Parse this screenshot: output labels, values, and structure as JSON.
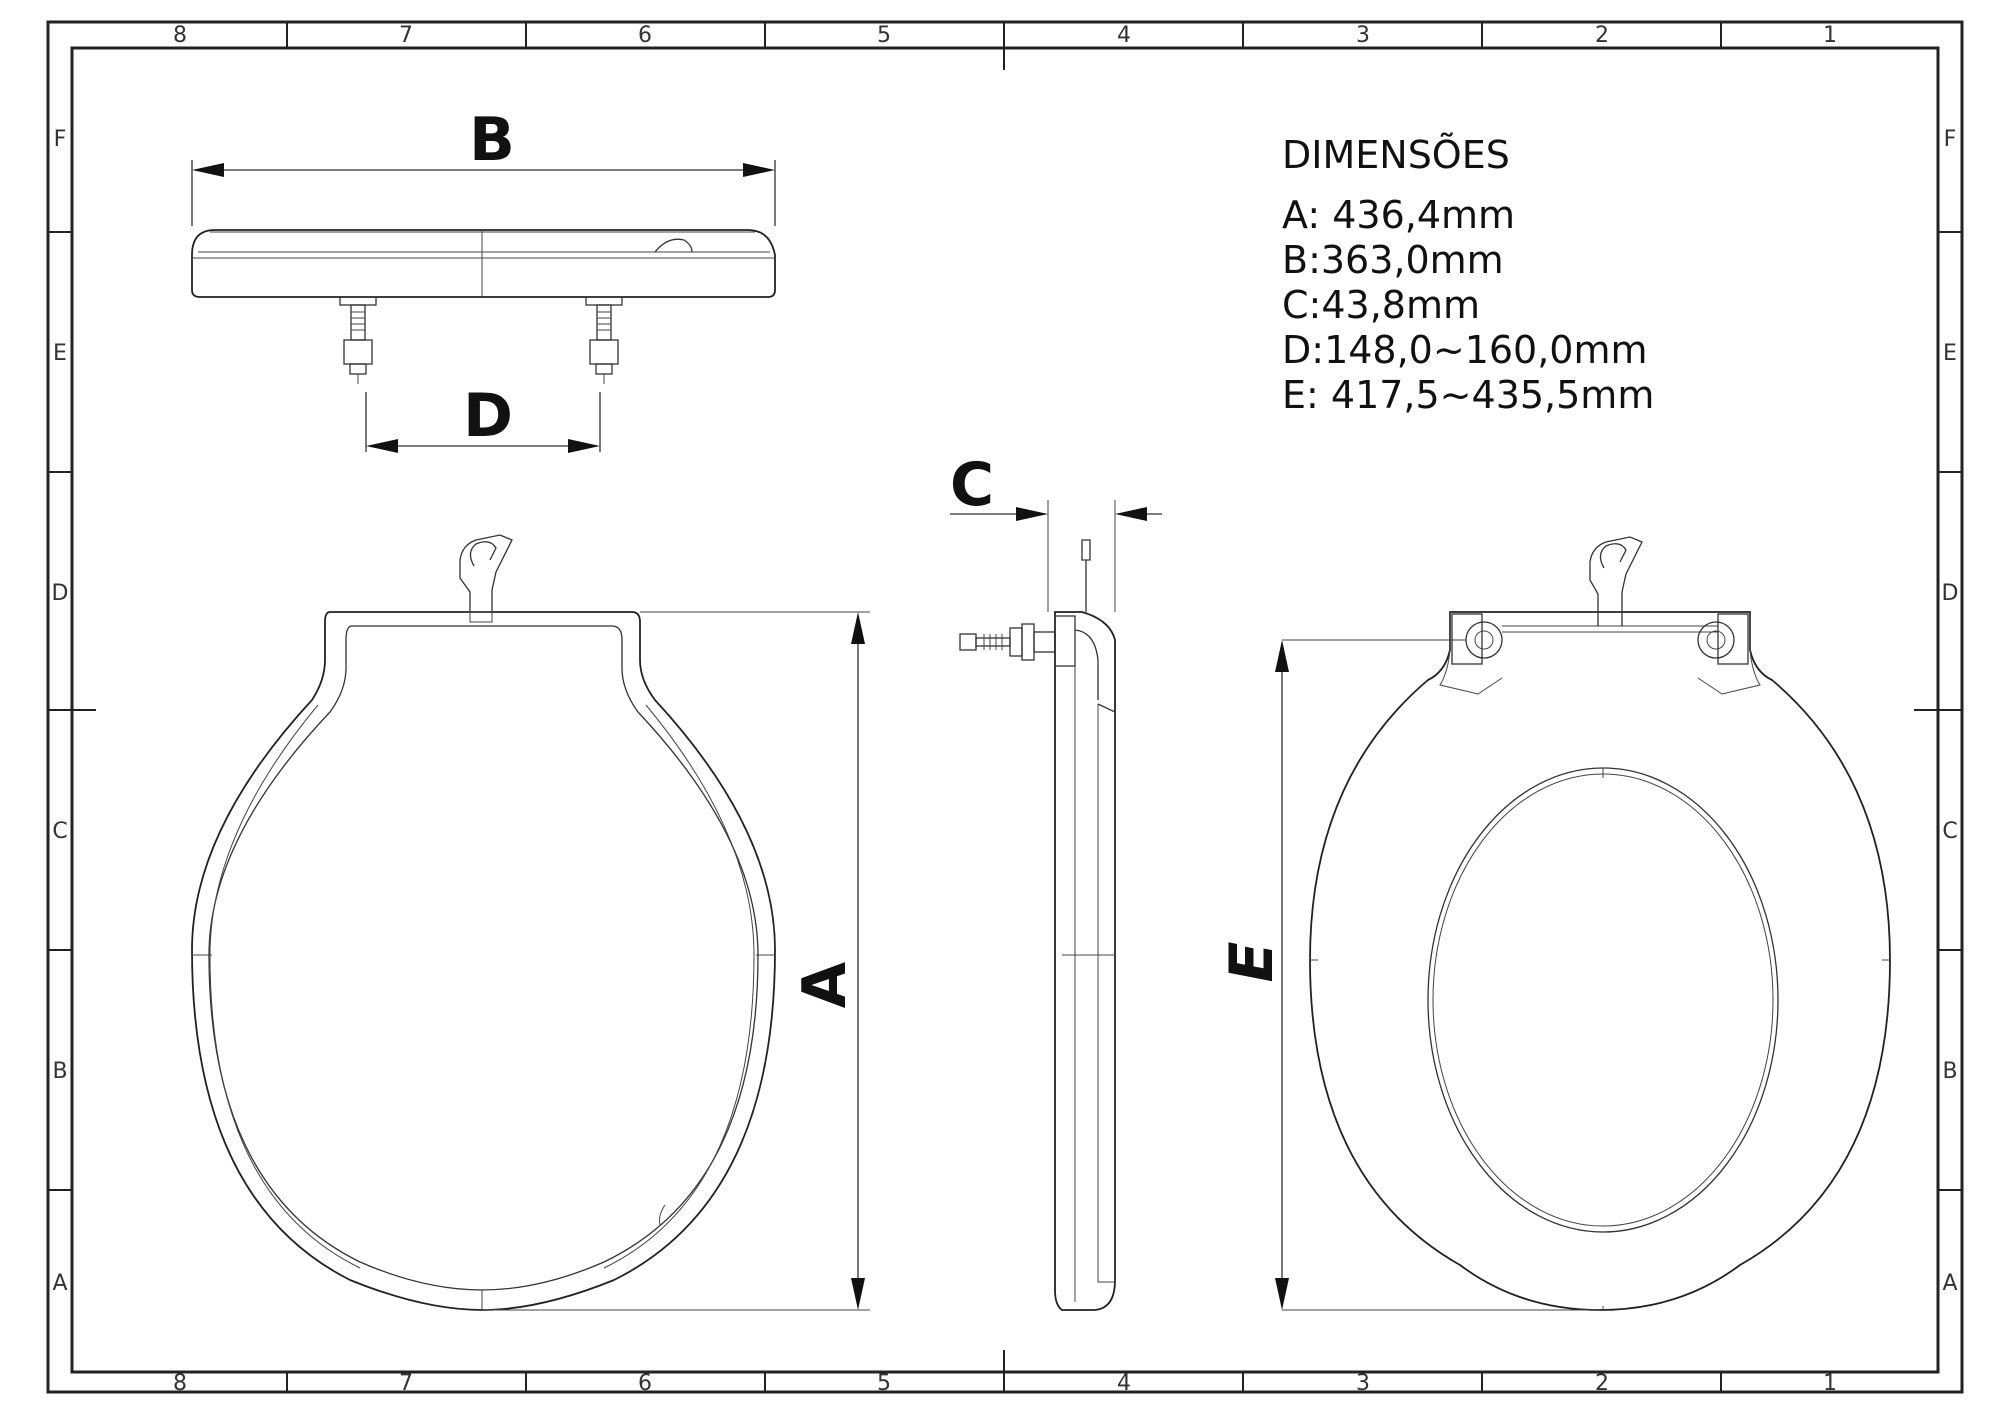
{
  "zones": {
    "columns": [
      "8",
      "7",
      "6",
      "5",
      "4",
      "3",
      "2",
      "1"
    ],
    "rows": [
      "F",
      "E",
      "D",
      "C",
      "B",
      "A"
    ]
  },
  "dimension_labels": {
    "a": "A",
    "b": "B",
    "c": "C",
    "d": "D",
    "e": "E"
  },
  "specs": {
    "title": "DIMENSÕES",
    "lines": [
      "A: 436,4mm",
      "B:363,0mm",
      "C:43,8mm",
      "D:148,0~160,0mm",
      "E: 417,5~435,5mm"
    ]
  }
}
